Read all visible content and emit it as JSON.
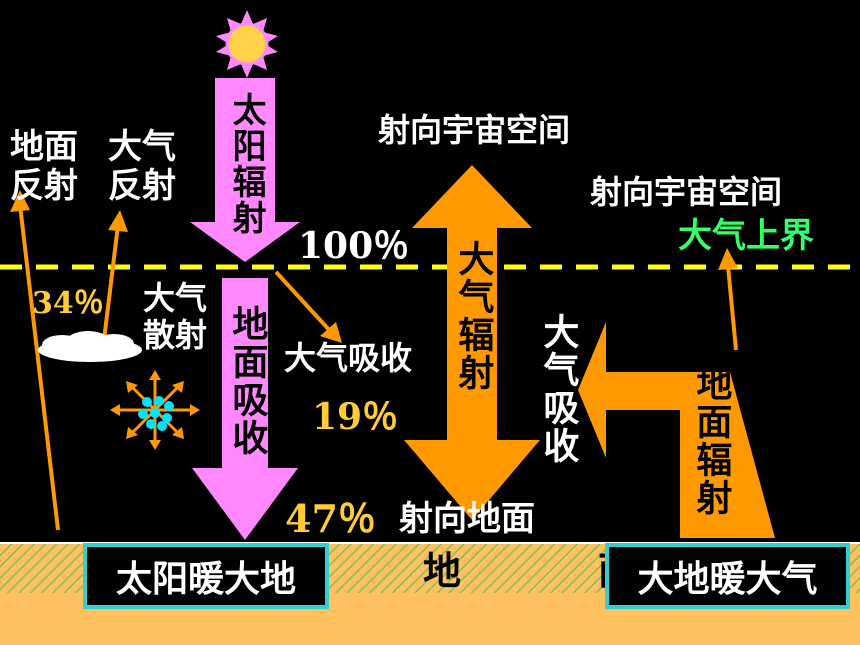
{
  "colors": {
    "background": "#000000",
    "pink_arrow": "#ff88ff",
    "orange_arrow": "#ff9900",
    "boundary_line": "#ffff00",
    "sky_label": "#33ff66",
    "percent": "#ffcc33",
    "box_border": "#2fd0d0",
    "ground": "#ffc060"
  },
  "labels": {
    "ground_reflect": "地面\n反射",
    "atmos_reflect": "大气\n反射",
    "solar_radiation": "太阳辐射",
    "space_1": "射向宇宙空间",
    "space_2": "射向宇宙空间",
    "atmos_top": "大气上界",
    "pct_100": "100％",
    "pct_34": "34％",
    "scatter": "大气\n散射",
    "ground_absorb": "地面吸收",
    "atmos_absorb_1": "大气吸收",
    "pct_19": "19％",
    "atmos_radiation": "大气辐射",
    "atmos_absorb_2": "大气吸收",
    "ground_radiation": "地面辐射",
    "pct_47": "47％",
    "to_ground": "射向地面",
    "ground_char": "地",
    "ground_char_2": "面",
    "box_left": "太阳暖大地",
    "box_right": "大地暖大气"
  },
  "icons": [
    "sun-icon",
    "cloud-icon",
    "scatter-icon"
  ]
}
